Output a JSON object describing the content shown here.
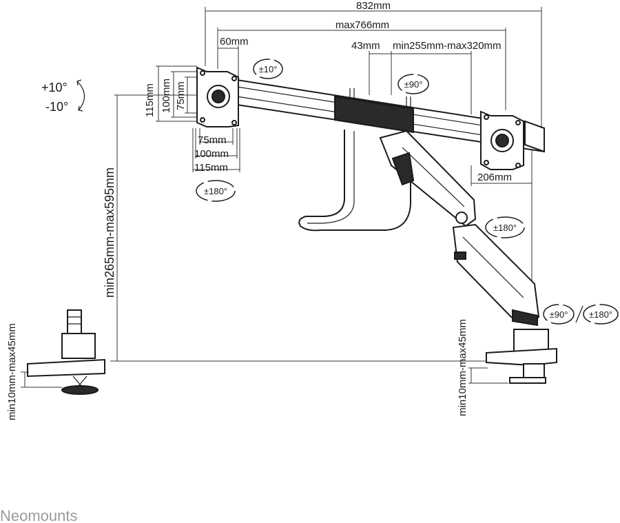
{
  "dimensions": {
    "overall_width": "832mm",
    "max_width": "max766mm",
    "vesa_offset": "60mm",
    "arm_offset": "43mm",
    "arm_range": "min255mm-max320mm",
    "vesa_115_h": "115mm",
    "vesa_100_h": "100mm",
    "vesa_75_h": "75mm",
    "vesa_75_w": "75mm",
    "vesa_100_w": "100mm",
    "vesa_115_w": "115mm",
    "right_offset": "206mm",
    "height_range": "min265mm-max595mm",
    "clamp_left": "min10mm-max45mm",
    "clamp_right": "min10mm-max45mm"
  },
  "rotations": {
    "tilt_up": "+10°",
    "tilt_down": "-10°",
    "tilt_badge": "±10°",
    "swivel_badge": "±90°",
    "rotate_left_badge": "±180°",
    "elbow_badge": "±180°",
    "base_swivel_badge": "±90°",
    "base_rotate_badge": "±180°"
  },
  "brand": "Neomounts",
  "colors": {
    "line": "#1a1a1a",
    "brand_text": "#9a9a9a",
    "background": "#ffffff"
  }
}
